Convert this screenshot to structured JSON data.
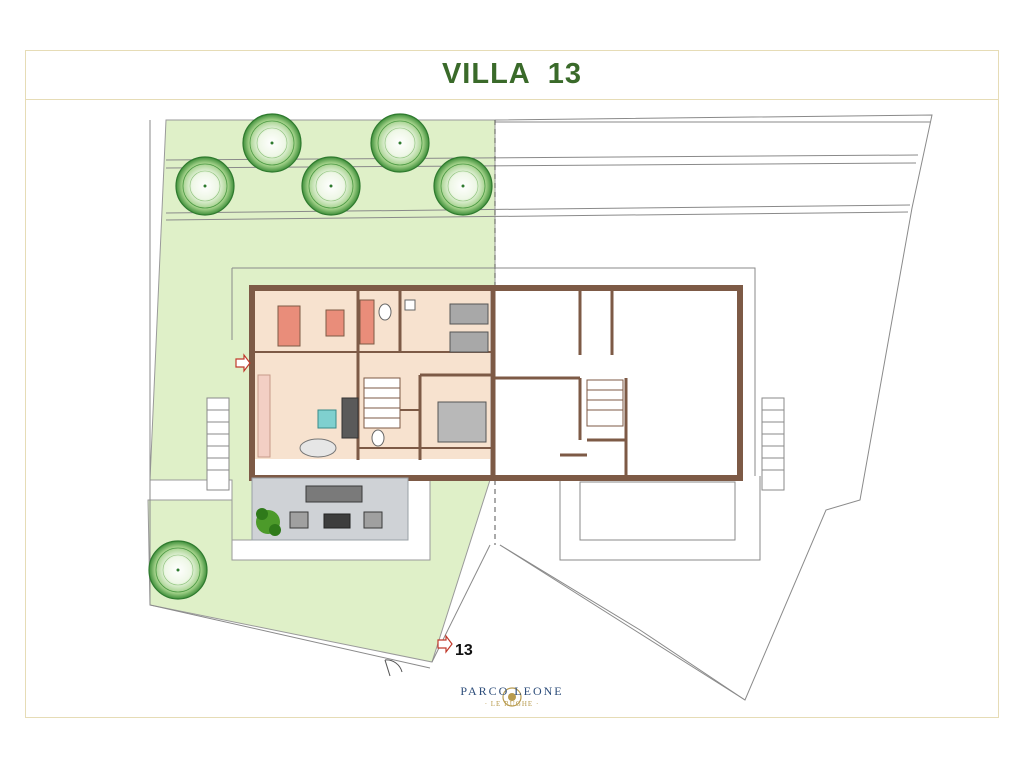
{
  "header": {
    "title": "VILLA  13"
  },
  "plan": {
    "unit_label": "13"
  },
  "brand": {
    "name": "PARCO LEONE",
    "subtitle": "· LE RUGHE ·"
  },
  "colors": {
    "accent_green": "#3a6a2a",
    "lawn": "#dff0c8",
    "wall": "#7d5a46",
    "room_fill": "#f7e2cf",
    "terrace": "#cfd2d6",
    "frame": "#e6dcb6",
    "brand_blue": "#2d4d7a",
    "brand_gold": "#b89b4e",
    "entrance_marker": "#c0392b"
  },
  "icons": [
    "tree-icon",
    "entrance-arrow-icon",
    "plant-icon",
    "sun-logo-icon"
  ]
}
